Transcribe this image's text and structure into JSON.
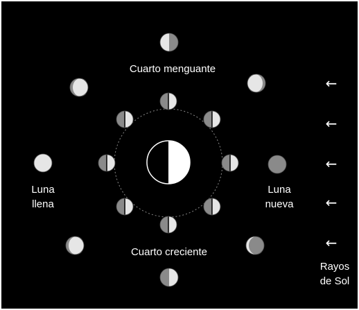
{
  "colors": {
    "background": "#000000",
    "frame": "#ffffff",
    "orbit": "#8a8a8a",
    "moon_light": "#e6e6e6",
    "moon_dark": "#8a8a8a",
    "earth_light": "#ffffff",
    "earth_dark": "#000000",
    "label": "#ffffff"
  },
  "labels": {
    "last_quarter": "Cuarto menguante",
    "first_quarter": "Cuarto creciente",
    "full_moon_line1": "Luna",
    "full_moon_line2": "llena",
    "new_moon_line1": "Luna",
    "new_moon_line2": "nueva",
    "sun_rays_line1": "Rayos",
    "sun_rays_line2": "de Sol"
  },
  "arrow_glyph": "←",
  "arrow_count": 5,
  "icons": {
    "earth": "earth-icon",
    "orbit_moon": "moon-orbit-icon",
    "moon_phase": "moon-phase-icon",
    "sun_ray": "arrow-left-icon"
  }
}
